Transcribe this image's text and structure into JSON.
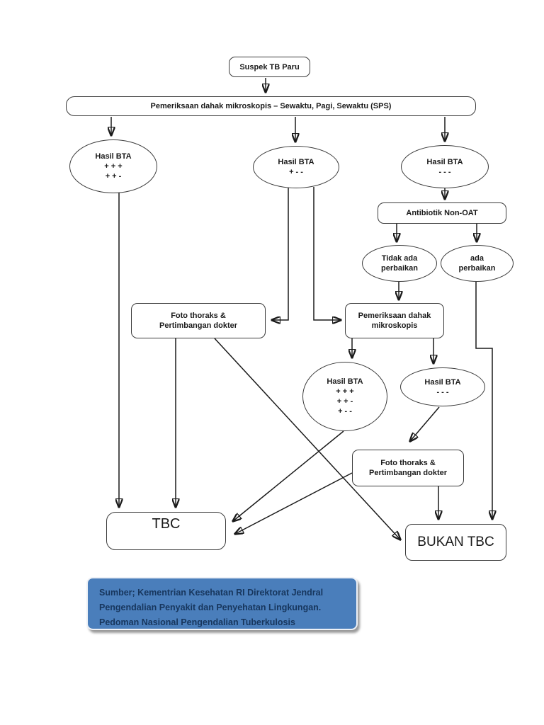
{
  "flowchart": {
    "nodes": {
      "suspek": {
        "label": "Suspek TB Paru"
      },
      "sps": {
        "label": "Pemeriksaan dahak mikroskopis – Sewaktu, Pagi, Sewaktu (SPS)"
      },
      "bta_top_left": {
        "title": "Hasil BTA",
        "line2": "+ + +",
        "line3": "+ + -"
      },
      "bta_top_mid": {
        "title": "Hasil BTA",
        "line2": "+ - -"
      },
      "bta_top_right": {
        "title": "Hasil BTA",
        "line2": "- - -"
      },
      "antibiotik": {
        "label": "Antibiotik Non-OAT"
      },
      "tidak_ada_perbaikan": {
        "line1": "Tidak ada",
        "line2": "perbaikan"
      },
      "ada_perbaikan": {
        "line1": "ada",
        "line2": "perbaikan"
      },
      "foto_thoraks_1": {
        "line1": "Foto thoraks &",
        "line2": "Pertimbangan dokter"
      },
      "pemeriksaan_2": {
        "line1": "Pemeriksaan dahak",
        "line2": "mikroskopis"
      },
      "bta_mid_2": {
        "title": "Hasil BTA",
        "line2": "+ + +",
        "line3": "+ + -",
        "line4": "+ - -"
      },
      "bta_right_2": {
        "title": "Hasil BTA",
        "line2": "- - -"
      },
      "foto_thoraks_2": {
        "line1": "Foto thoraks &",
        "line2": "Pertimbangan dokter"
      },
      "tbc": {
        "label": "TBC"
      },
      "bukan_tbc": {
        "label": "BUKAN TBC"
      }
    },
    "source_note": {
      "line1": "Sumber; Kementrian Kesehatan RI Direktorat Jendral",
      "line2": "Pengendalian Penyakit dan Penyehatan Lingkungan.",
      "line3": "Pedoman Nasional Pengendalian Tuberkulosis"
    },
    "colors": {
      "background": "#ffffff",
      "node_fill": "#ffffff",
      "node_border": "#3b3b3b",
      "connector": "#1a1a1a",
      "note_fill": "#4a7ebb",
      "note_border": "#eef1f6",
      "note_text": "#17365d"
    }
  }
}
